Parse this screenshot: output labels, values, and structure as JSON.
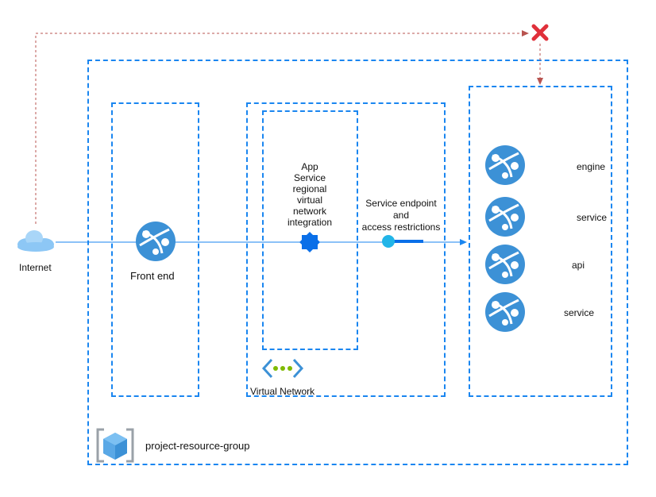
{
  "internet_label": "Internet",
  "front_end_label": "Front end",
  "integration_label": [
    "App",
    "Service",
    "regional",
    "virtual",
    "network",
    "integration"
  ],
  "service_endpoint_label": [
    "Service endpoint",
    "and",
    "access restrictions"
  ],
  "virtual_network_label": "Virtual Network",
  "resource_group_label": "project-resource-group",
  "backend_services": [
    {
      "label": "engine"
    },
    {
      "label": "service"
    },
    {
      "label": "api"
    },
    {
      "label": "service"
    }
  ],
  "colors": {
    "boundary": "#1a86f0",
    "connector": "#1a86f0",
    "blocked_path": "#b85450",
    "blocked_icon": "#e0303a",
    "app_icon": "#3c91d6",
    "cloud": "#8dc7f5",
    "integration_icon": "#0a6fe8",
    "endpoint_icon": "#22b5e8",
    "vnet_dots": "#7fba00"
  },
  "icons": {
    "internet": "cloud-icon",
    "front_end": "app-service-icon",
    "integration": "integration-icon",
    "endpoint": "service-endpoint-icon",
    "vnet": "virtual-network-icon",
    "resource_group": "resource-group-icon",
    "blocked": "blocked-x-icon"
  }
}
